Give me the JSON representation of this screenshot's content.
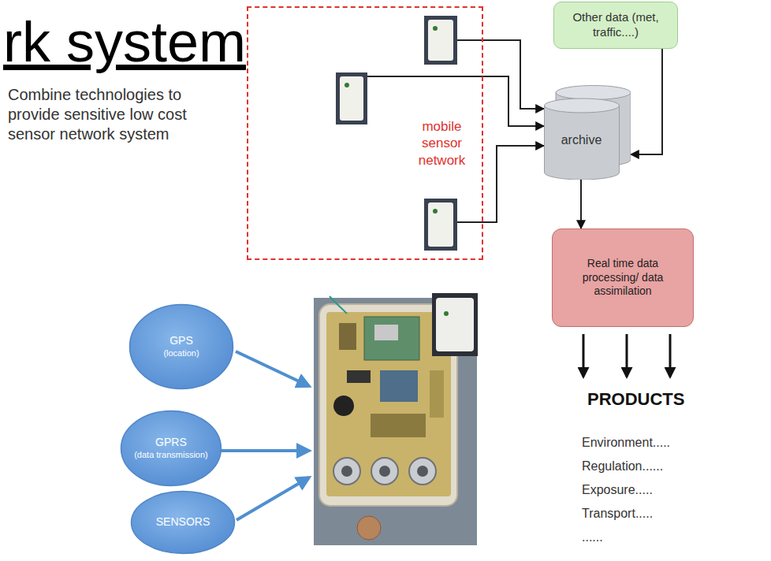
{
  "diagram": {
    "title": "rk system",
    "nodes": [
      {
        "text": [
          "mobile sensor network"
        ]
      },
      {
        "text": [
          "Other data (met, traffic....)"
        ]
      },
      {
        "text": [
          "archive"
        ]
      },
      {
        "text": [
          "Real time data processing/ data assimilation"
        ]
      },
      {
        "text": [
          "GPS",
          "(location)"
        ]
      },
      {
        "text": [
          "GPRS",
          "(data transmission)"
        ]
      },
      {
        "text": [
          "SENSORS"
        ]
      }
    ],
    "edges": [
      {
        "from": 0,
        "to": 2,
        "arrow": "to"
      },
      {
        "from": 0,
        "to": 2,
        "arrow": "to"
      },
      {
        "from": 0,
        "to": 2,
        "arrow": "to"
      },
      {
        "from": 1,
        "to": 2,
        "arrow": "to"
      },
      {
        "from": 2,
        "to": 3,
        "arrow": "to"
      }
    ],
    "labels": [
      "Combine technologies to provide sensitive low cost sensor network system",
      "PRODUCTS",
      "Environment.....",
      "Regulation......",
      "Exposure.....",
      "Transport.....",
      "......"
    ]
  }
}
